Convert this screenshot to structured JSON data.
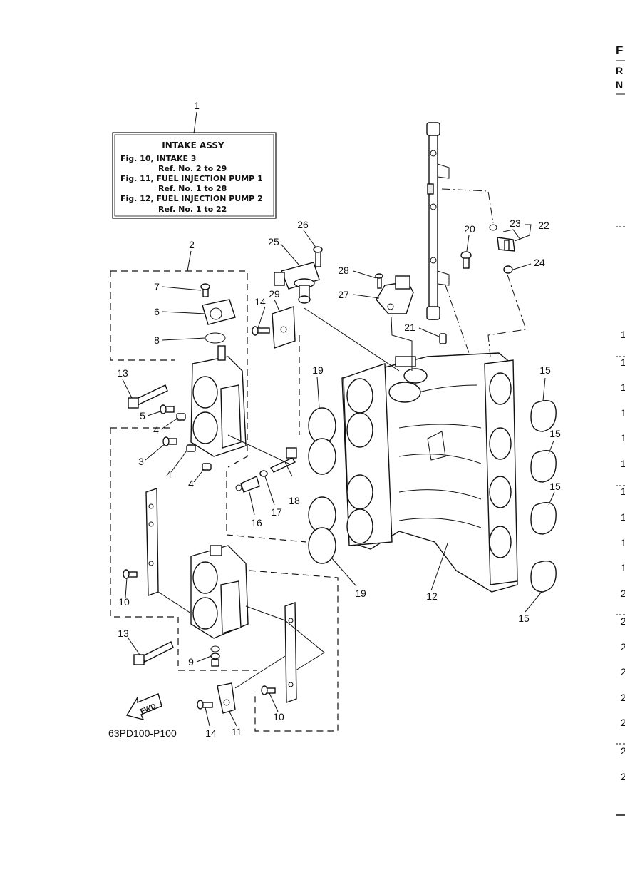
{
  "info_box": {
    "title": "INTAKE ASSY",
    "lines": [
      "Fig. 10, INTAKE 3",
      "Ref. No. 2 to 29",
      "Fig. 11, FUEL INJECTION PUMP 1",
      "Ref. No. 1 to 28",
      "Fig. 12, FUEL INJECTION PUMP 2",
      "Ref. No. 1 to 22"
    ]
  },
  "fwd_label": "FWD",
  "diagram_code": "63PD100-P100",
  "callouts": [
    "1",
    "2",
    "7",
    "6",
    "8",
    "13",
    "5",
    "4",
    "3",
    "4",
    "4",
    "26",
    "25",
    "29",
    "14",
    "28",
    "27",
    "20",
    "23",
    "22",
    "24",
    "21",
    "19",
    "15",
    "15",
    "15",
    "18",
    "17",
    "16",
    "10",
    "19",
    "12",
    "15",
    "13",
    "9",
    "14",
    "11",
    "10"
  ],
  "edge_right": [
    "F",
    "R",
    "N",
    "1",
    "1",
    "1",
    "1",
    "1",
    "1",
    "1",
    "1",
    "1",
    "1",
    "2",
    "2",
    "2",
    "2",
    "2",
    "2",
    "2",
    "2"
  ]
}
